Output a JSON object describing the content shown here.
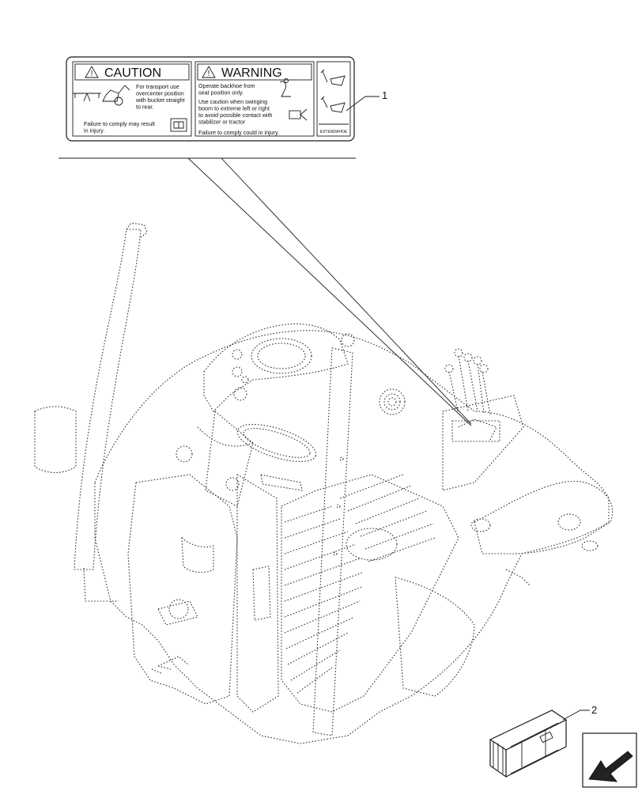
{
  "decal": {
    "caution": {
      "heading": "CAUTION",
      "instruction": [
        "For transport use",
        "overcenter position",
        "with bucket straight",
        "to rear."
      ],
      "failure": [
        "Failure to comply may result",
        "in injury."
      ]
    },
    "warning": {
      "heading": "WARNING",
      "line1": [
        "Operate backhoe from",
        "seat position only."
      ],
      "line2": [
        "Use caution when swinging",
        "boom to extreme left or right",
        "to avoid possible contact with",
        "stabilizer or tractor"
      ],
      "failure": "Failure to comply could in injury."
    },
    "side_label": "EXTENDAHOE"
  },
  "callouts": [
    {
      "id": "1",
      "label": "1"
    },
    {
      "id": "2",
      "label": "2"
    }
  ],
  "icons": [
    "caution-triangle-icon",
    "warning-triangle-icon",
    "book-icon",
    "backhoe-icon",
    "operator-seat-icon",
    "lever-icon",
    "next-page-arrow-icon"
  ]
}
